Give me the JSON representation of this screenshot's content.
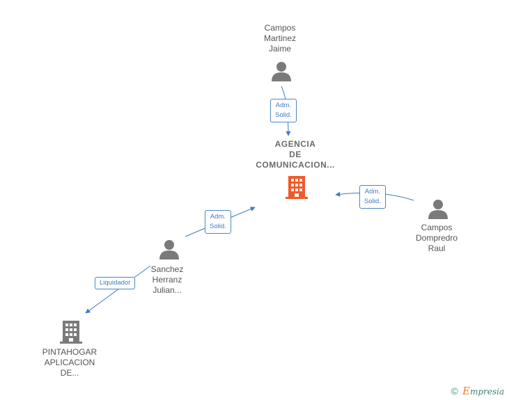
{
  "nodes": {
    "center": {
      "lines": [
        "AGENCIA",
        "DE",
        "COMUNICACION..."
      ],
      "type": "company",
      "color": "#f05a2a"
    },
    "campos_martinez": {
      "lines": [
        "Campos",
        "Martinez",
        "Jaime"
      ],
      "type": "person",
      "color": "#7a7a7a"
    },
    "campos_dompredro": {
      "lines": [
        "Campos",
        "Dompredro",
        "Raul"
      ],
      "type": "person",
      "color": "#7a7a7a"
    },
    "sanchez": {
      "lines": [
        "Sanchez",
        "Herranz",
        "Julian..."
      ],
      "type": "person",
      "color": "#7a7a7a"
    },
    "pintahogar": {
      "lines": [
        "PINTAHOGAR",
        "APLICACION",
        "DE..."
      ],
      "type": "company",
      "color": "#7a7a7a"
    }
  },
  "relations": {
    "r1": {
      "lines": [
        "Adm.",
        "Solid."
      ]
    },
    "r2": {
      "lines": [
        "Adm.",
        "Solid."
      ]
    },
    "r3": {
      "lines": [
        "Adm.",
        "Solid."
      ]
    },
    "r4": {
      "lines": [
        "Liquidador"
      ]
    }
  },
  "colors": {
    "edge": "#3f7ac0",
    "badge_border": "#4a86c8"
  },
  "footer": {
    "copyright": "©",
    "brand_first": "E",
    "brand_rest": "mpresia"
  }
}
